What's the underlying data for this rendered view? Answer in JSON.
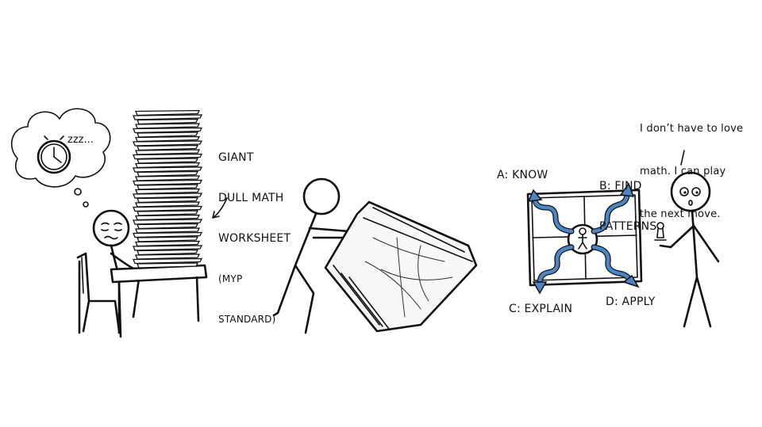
{
  "panel1": {
    "snore": "zzz...",
    "worksheet_label": [
      "GIANT",
      "DULL MATH",
      "WORKSHEET",
      "(MYP",
      "STANDARD)"
    ]
  },
  "panel3": {
    "criteria": {
      "a": "A: KNOW",
      "b_line1": "B: FIND",
      "b_line2": "PATTERNS",
      "c": "C: EXPLAIN",
      "d": "D: APPLY"
    },
    "speech": [
      "I don’t have to love",
      "math. I can play",
      "the next move."
    ]
  },
  "colors": {
    "ink": "#111111",
    "accent_blue": "#4a86c5",
    "sheet_fill": "#f2f2f2"
  }
}
